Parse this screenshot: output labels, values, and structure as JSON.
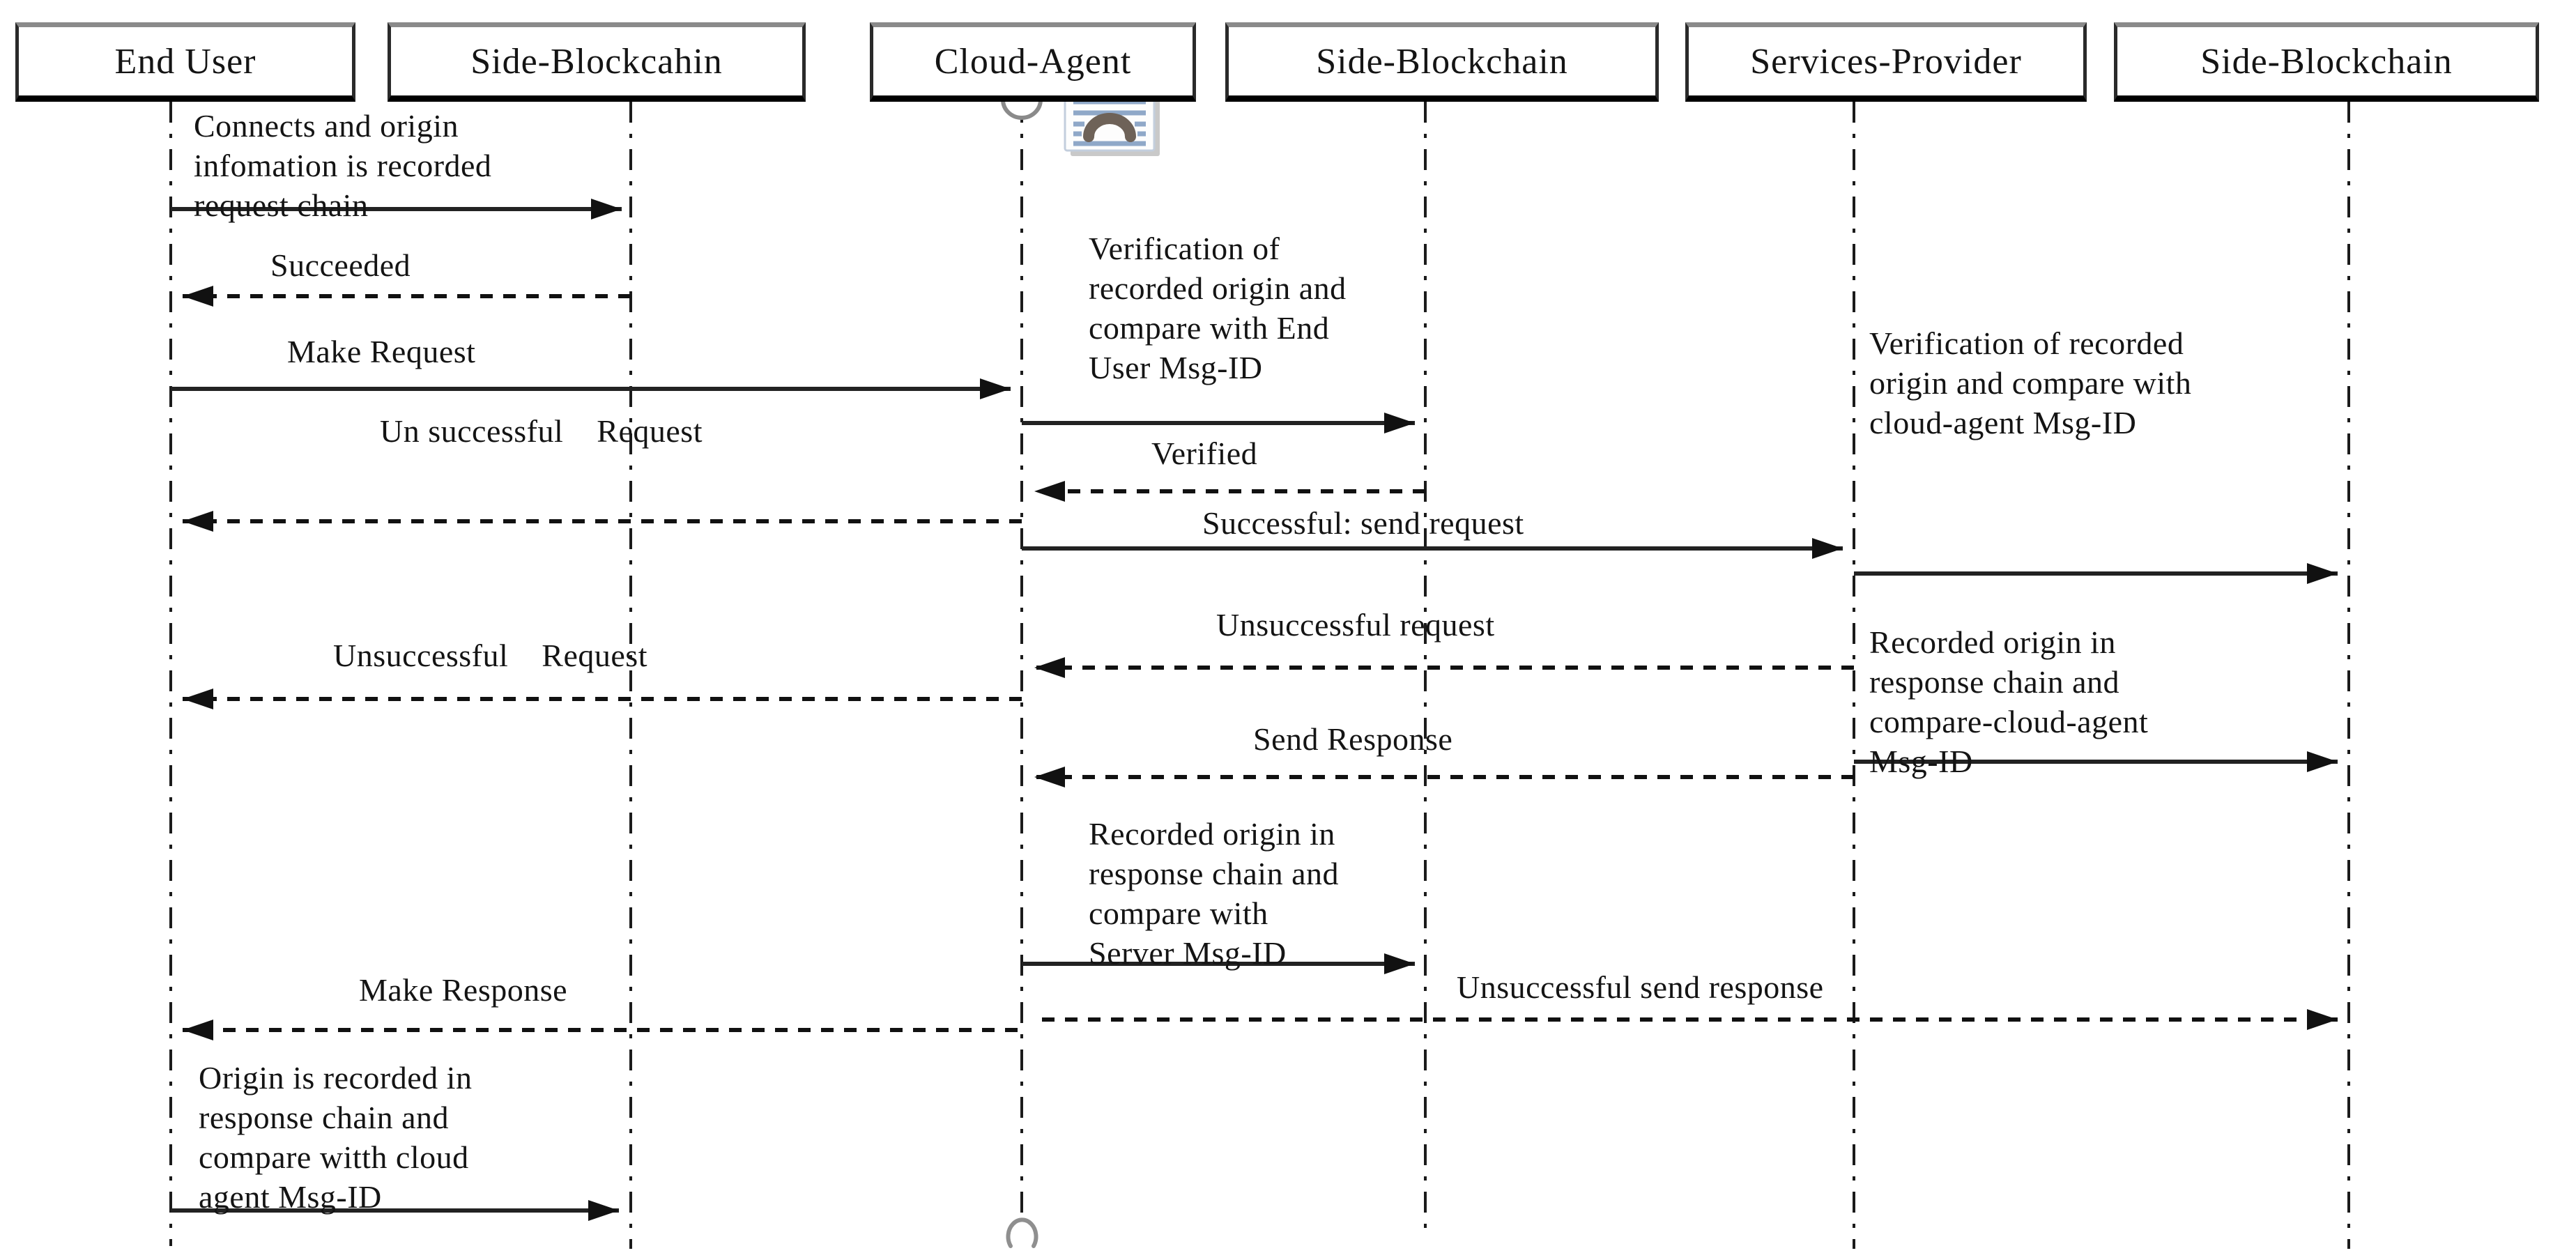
{
  "diagram": {
    "title": "Blockchain request/response sequence diagram",
    "actors": [
      {
        "label": "End User"
      },
      {
        "label": "Side-Blockcahin"
      },
      {
        "label": "Cloud-Agent"
      },
      {
        "label": "Side-Blockchain"
      },
      {
        "label": "Services-Provider"
      },
      {
        "label": "Side-Blockchain"
      }
    ],
    "notes": {
      "connects_note": "Connects and origin\ninfomation is recorded\nrequest chain",
      "verification_end_user_note": "Verification of\nrecorded origin and\ncompare with End\nUser Msg-ID",
      "verification_cloud_agent_note": "Verification of recorded\norigin and compare with\ncloud-agent Msg-ID",
      "recorded_origin_services_note": "Recorded origin in\nresponse chain and\ncompare-cloud-agent\nMsg-ID",
      "recorded_origin_cloud_note": "Recorded origin in\nresponse chain and\ncompare with\nServer Msg-ID",
      "origin_recorded_enduser_note": "Origin is recorded in\nresponse chain and\ncompare witth cloud\nagent Msg-ID"
    },
    "messages": {
      "succeeded": "Succeeded",
      "make_request": "Make Request",
      "unsuccessful_request_1": "Un successful    Request",
      "verified": "Verified",
      "successful_send_request": "Successful: send request",
      "unsuccessful_request_sp": "Unsuccessful request",
      "unsuccessful_request_2": "Unsuccessful    Request",
      "send_response": "Send Response",
      "make_response": "Make Response",
      "unsuccessful_send_response": "Unsuccessful send response"
    },
    "icons": {
      "selection_handle_top": "circle-selection-handle",
      "selection_handle_bottom": "open-circle-rotation-handle",
      "picture_placeholder": "picture-content-icon"
    },
    "colors": {
      "line": "#1b1b1b",
      "background": "#ffffff",
      "handle_gray": "#8f8f8f",
      "icon_blue": "#8fa8c8",
      "icon_arch_brown": "#6e6258"
    }
  }
}
